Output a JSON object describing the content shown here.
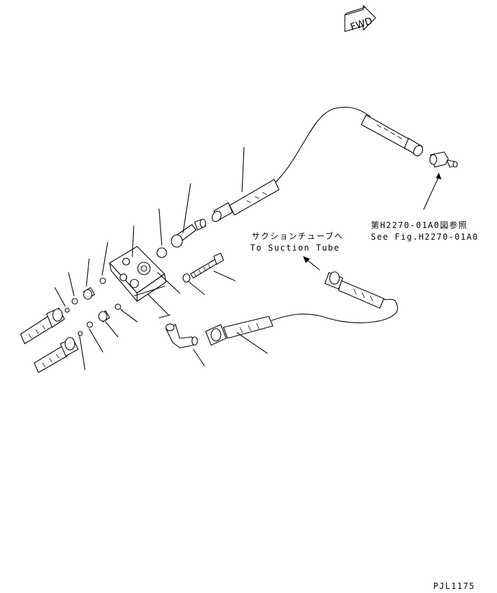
{
  "fwd_label": "FWD",
  "notes": {
    "suction_jp": "サクションチューブへ",
    "suction_en": "To Suction Tube",
    "ref_jp": "第H2270-01A0図参照",
    "ref_en": "See Fig.H2270-01A0"
  },
  "drawing_code": "PJL1175"
}
